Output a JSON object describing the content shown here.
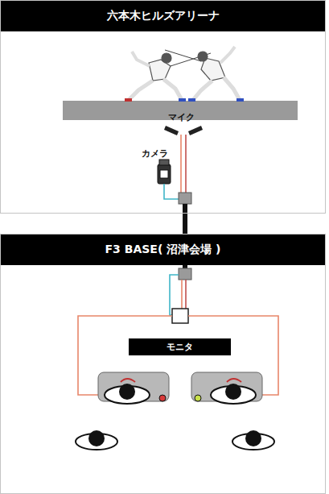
{
  "diagram": {
    "nodes": [
      {
        "text": [
          "六本木ヒルズアリーナ"
        ]
      },
      {
        "text": [
          "F3 BASE( 沼津会場 )"
        ]
      },
      {
        "text": [
          "モニタ"
        ],
        "in": 1
      }
    ],
    "edges": [
      {
        "from": 0,
        "to": 1,
        "arrow": "none"
      }
    ],
    "labels": [
      "マイク",
      "カメラ"
    ]
  }
}
